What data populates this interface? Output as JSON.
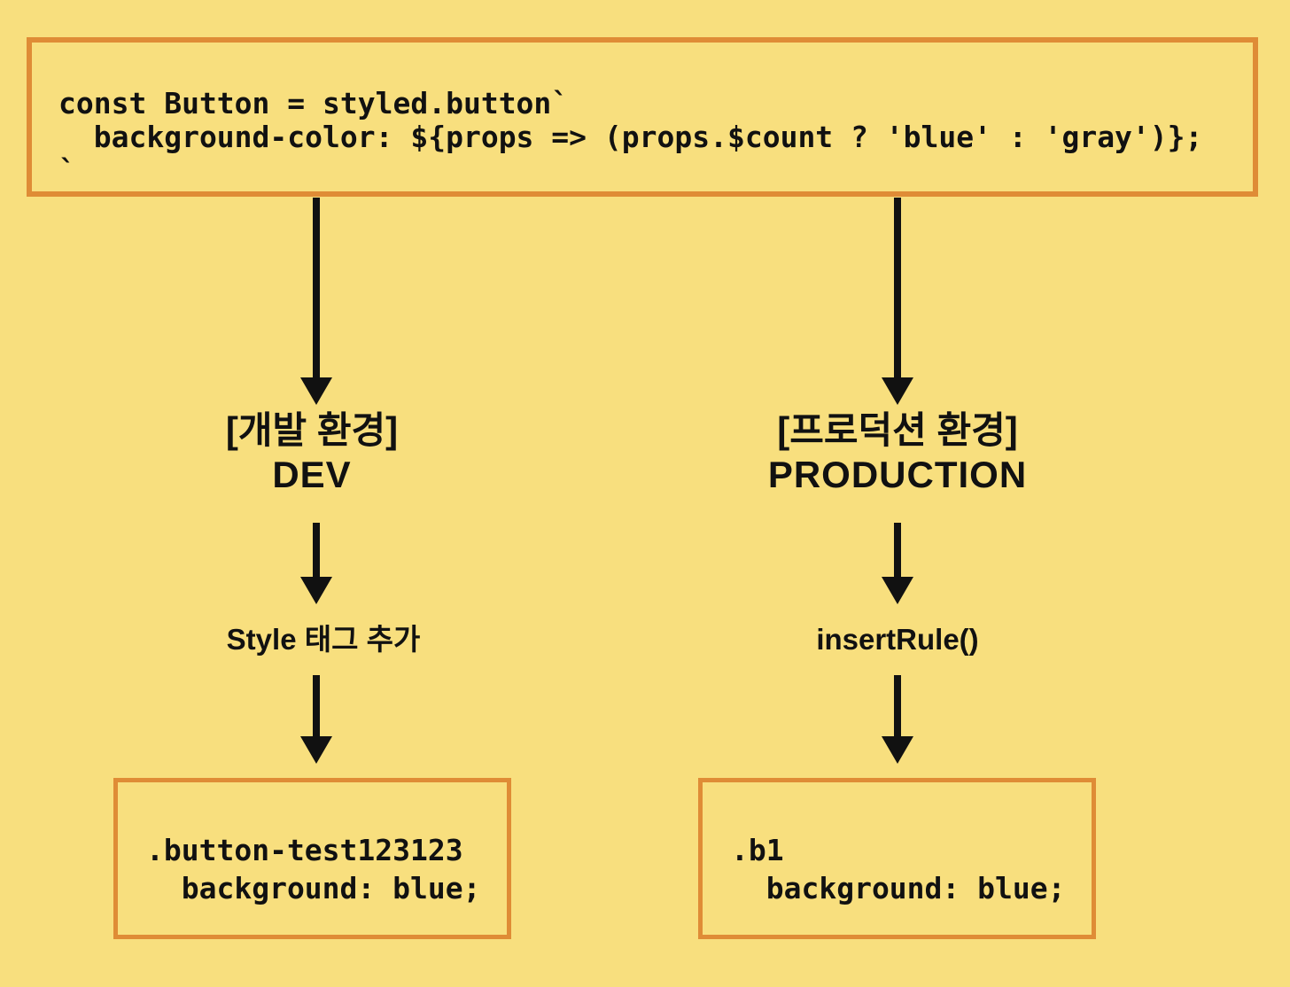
{
  "diagram_title": "styled-components class generation: dev vs production",
  "colors": {
    "background": "#F8DF7E",
    "box_border": "#DF8C36",
    "box_fill": "#F8DF7E",
    "arrow": "#111111",
    "text": "#111111"
  },
  "source_code_box": {
    "text": "const Button = styled.button`\n  background-color: ${props => (props.$count ? 'blue' : 'gray')};\n`"
  },
  "branches": [
    {
      "env_label": "[개발 환경]",
      "env_name": "DEV",
      "step_label": "Style 태그 추가",
      "result_code": ".button-test123123\n  background: blue;"
    },
    {
      "env_label": "[프로덕션 환경]",
      "env_name": "PRODUCTION",
      "step_label": "insertRule()",
      "result_code": ".b1\n  background: blue;"
    }
  ]
}
